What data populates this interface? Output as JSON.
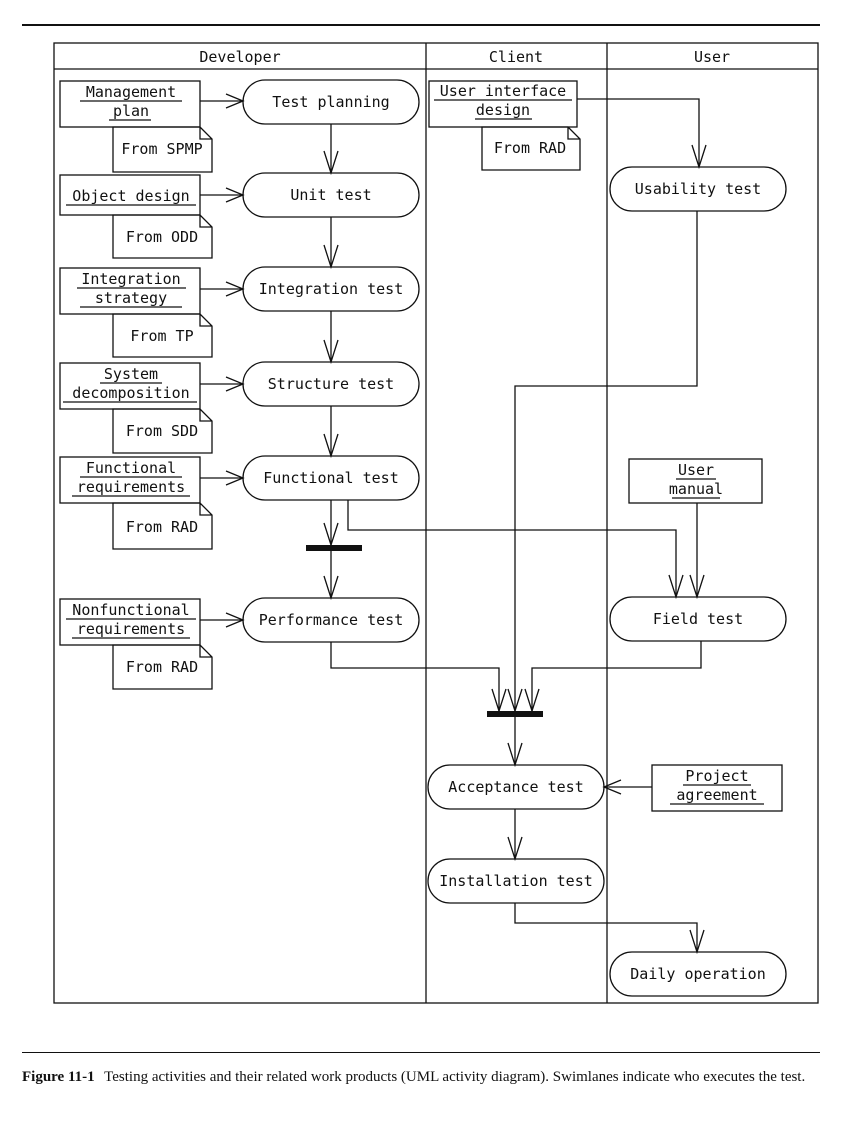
{
  "swimlanes": [
    {
      "id": "developer",
      "label": "Developer"
    },
    {
      "id": "client",
      "label": "Client"
    },
    {
      "id": "user",
      "label": "User"
    }
  ],
  "activities": {
    "test_planning": "Test planning",
    "unit_test": "Unit test",
    "integration_test": "Integration test",
    "structure_test": "Structure test",
    "functional_test": "Functional test",
    "performance_test": "Performance test",
    "usability_test": "Usability test",
    "field_test": "Field test",
    "acceptance_test": "Acceptance test",
    "installation_test": "Installation test",
    "daily_operation": "Daily operation"
  },
  "objects": {
    "management_plan": [
      "Management",
      "plan"
    ],
    "object_design": [
      "Object design"
    ],
    "integration_strategy": [
      "Integration",
      "strategy"
    ],
    "system_decomposition": [
      "System",
      "decomposition"
    ],
    "functional_requirements": [
      "Functional",
      "requirements"
    ],
    "nonfunctional_requirements": [
      "Nonfunctional",
      "requirements"
    ],
    "user_interface_design": [
      "User interface",
      "design"
    ],
    "user_manual": [
      "User",
      "manual"
    ],
    "project_agreement": [
      "Project",
      "agreement"
    ]
  },
  "notes": {
    "from_spmp": "From SPMP",
    "from_odd": "From ODD",
    "from_tp": "From TP",
    "from_sdd": "From SDD",
    "from_rad_functional": "From RAD",
    "from_rad_nonfunctional": "From RAD",
    "from_rad_ui": "From RAD"
  },
  "caption": {
    "figure_label": "Figure 11-1",
    "text": "Testing activities and their related work products (UML activity diagram). Swimlanes indicate who executes the test."
  }
}
